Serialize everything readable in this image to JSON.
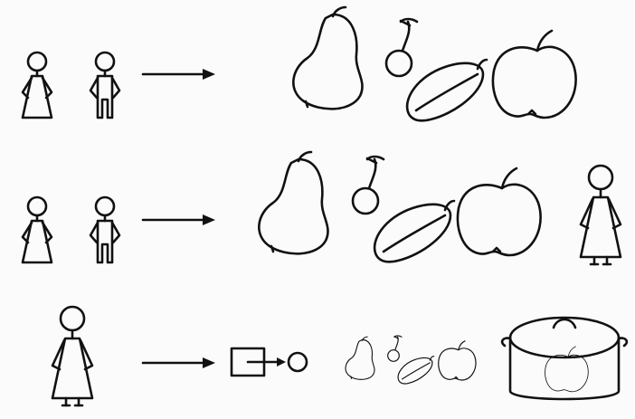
{
  "diagram": {
    "rows": [
      {
        "id": "row-1",
        "left": [
          "woman-figure",
          "man-figure"
        ],
        "arrow": "right-arrow",
        "right": [
          "pear-icon",
          "cherry-icon",
          "plum-icon",
          "apple-icon"
        ]
      },
      {
        "id": "row-2",
        "left": [
          "woman-figure",
          "man-figure"
        ],
        "arrow": "right-arrow",
        "right": [
          "pear-icon",
          "cherry-icon",
          "plum-icon",
          "apple-icon",
          "woman-figure"
        ]
      },
      {
        "id": "row-3",
        "left": [
          "woman-figure"
        ],
        "arrow": "right-arrow",
        "right": [
          "box-arrow-circle-icon",
          "pear-icon",
          "cherry-icon",
          "plum-icon",
          "apple-icon",
          "pot-with-apple-icon"
        ]
      }
    ],
    "colors": {
      "ink": "#111111",
      "background": "#fbfbfb"
    }
  }
}
